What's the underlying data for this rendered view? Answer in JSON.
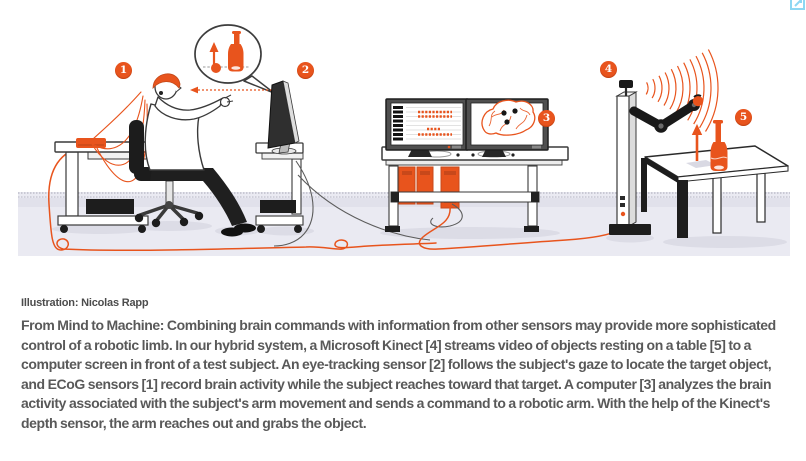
{
  "figure": {
    "callouts": [
      {
        "label": "1"
      },
      {
        "label": "2"
      },
      {
        "label": "3"
      },
      {
        "label": "4"
      },
      {
        "label": "5"
      }
    ]
  },
  "caption": {
    "credit": "Illustration: Nicolas Rapp",
    "body": "From Mind to Machine: Combining brain commands with information from other sensors may provide more sophisticated control of a robotic limb. In our hybrid system, a Microsoft Kinect [4] streams video of objects resting on a table [5] to a computer screen in front of a test subject. An eye-tracking sensor [2] follows the subject's gaze to locate the target object, and ECoG sensors [1] record brain activity while the subject reaches toward that target. A computer [3] analyzes the brain activity associated with the subject's arm movement and sends a command to a robotic arm. With the help of the Kinect's depth sensor, the arm reaches out and grabs the object."
  },
  "colors": {
    "accent_orange": "#e8541d",
    "outline": "#3a3a3a",
    "floor": "#eaeaf2",
    "text_gray": "#595959",
    "expand_icon_blue": "#8ed7f2"
  }
}
